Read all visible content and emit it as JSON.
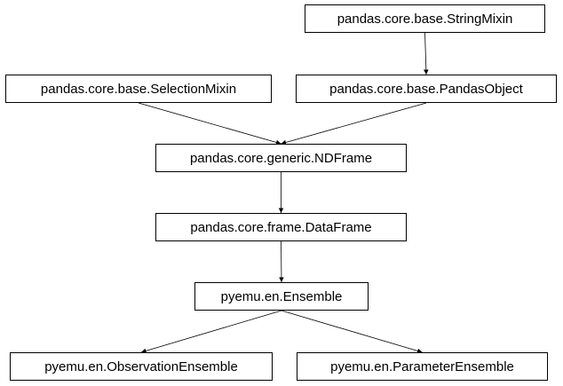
{
  "diagram": {
    "nodes": {
      "string_mixin": "pandas.core.base.StringMixin",
      "selection_mixin": "pandas.core.base.SelectionMixin",
      "pandas_object": "pandas.core.base.PandasObject",
      "ndframe": "pandas.core.generic.NDFrame",
      "dataframe": "pandas.core.frame.DataFrame",
      "ensemble": "pyemu.en.Ensemble",
      "observation_ensemble": "pyemu.en.ObservationEnsemble",
      "parameter_ensemble": "pyemu.en.ParameterEnsemble"
    },
    "edges": [
      {
        "from": "string_mixin",
        "to": "pandas_object"
      },
      {
        "from": "selection_mixin",
        "to": "ndframe"
      },
      {
        "from": "pandas_object",
        "to": "ndframe"
      },
      {
        "from": "ndframe",
        "to": "dataframe"
      },
      {
        "from": "dataframe",
        "to": "ensemble"
      },
      {
        "from": "ensemble",
        "to": "observation_ensemble"
      },
      {
        "from": "ensemble",
        "to": "parameter_ensemble"
      }
    ],
    "colors": {
      "line": "#000000",
      "node_border": "#000000",
      "node_fill": "#ffffff"
    }
  }
}
